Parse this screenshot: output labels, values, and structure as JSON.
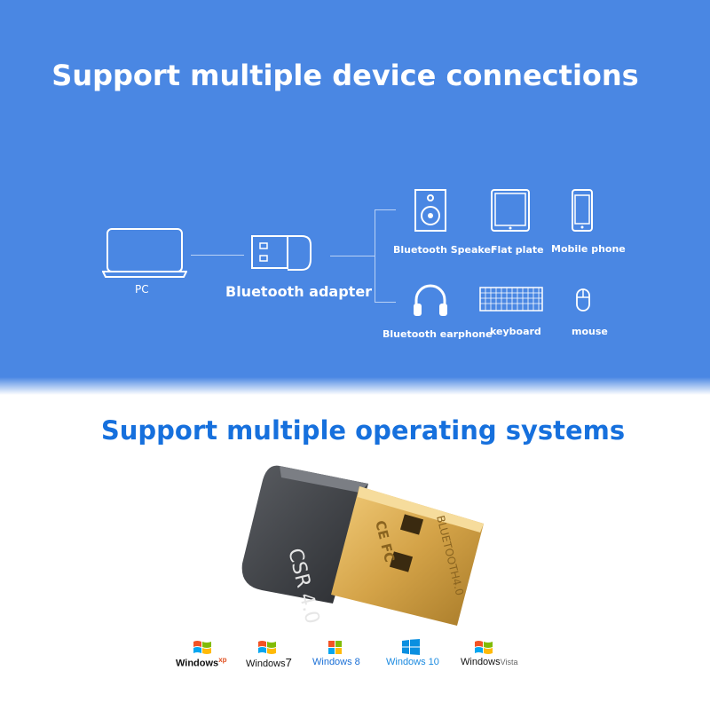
{
  "header": {
    "title": "Support multiple device connections"
  },
  "diagram": {
    "source": "PC",
    "hub": "Bluetooth adapter",
    "devices": [
      {
        "label": "Bluetooth Speaker",
        "icon": "speaker-icon"
      },
      {
        "label": "Flat plate",
        "icon": "tablet-icon"
      },
      {
        "label": "Mobile phone",
        "icon": "phone-icon"
      },
      {
        "label": "Bluetooth earphone",
        "icon": "headphones-icon"
      },
      {
        "label": "keyboard",
        "icon": "keyboard-icon"
      },
      {
        "label": "mouse",
        "icon": "mouse-icon"
      }
    ]
  },
  "os_section": {
    "title": "Support multiple operating systems",
    "device_labels": [
      "CSR 4.0",
      "BLUETOOTH4.0",
      "CE FC"
    ],
    "systems": [
      {
        "name": "Windows",
        "suffix": "xp"
      },
      {
        "name": "Windows",
        "suffix": "7"
      },
      {
        "name": "Windows 8",
        "suffix": ""
      },
      {
        "name": "Windows 10",
        "suffix": ""
      },
      {
        "name": "Windows",
        "suffix": "Vista"
      }
    ]
  },
  "colors": {
    "top_bg": "#4a87e3",
    "heading_blue": "#1670dd",
    "connector": "#b9d1f5",
    "usb_gold": "#d4a348"
  }
}
